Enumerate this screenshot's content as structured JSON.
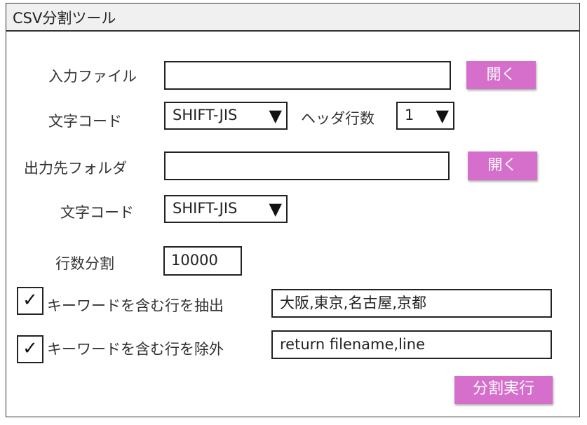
{
  "window": {
    "title": "CSV分割ツール"
  },
  "input": {
    "file_label": "入力ファイル",
    "file_value": "",
    "open_button": "開く",
    "encoding_label": "文字コード",
    "encoding_value": "SHIFT-JIS",
    "header_rows_label": "ヘッダ行数",
    "header_rows_value": "1"
  },
  "output": {
    "folder_label": "出力先フォルダ",
    "folder_value": "",
    "open_button": "開く",
    "encoding_label": "文字コード",
    "encoding_value": "SHIFT-JIS"
  },
  "split": {
    "rows_label": "行数分割",
    "rows_value": "10000"
  },
  "extract": {
    "checked": true,
    "check_mark": "✓",
    "label": "キーワードを含む行を抽出",
    "keywords": "大阪,東京,名古屋,京都"
  },
  "exclude": {
    "checked": true,
    "check_mark": "✓",
    "label": "キーワードを含む行を除外",
    "keywords": "return filename,line"
  },
  "actions": {
    "run_button": "分割実行"
  },
  "icons": {
    "dropdown_arrow": "▼"
  },
  "colors": {
    "button_bg": "#d66fcb",
    "button_text": "#ffffff",
    "titlebar_bg": "#f0f0f0"
  }
}
